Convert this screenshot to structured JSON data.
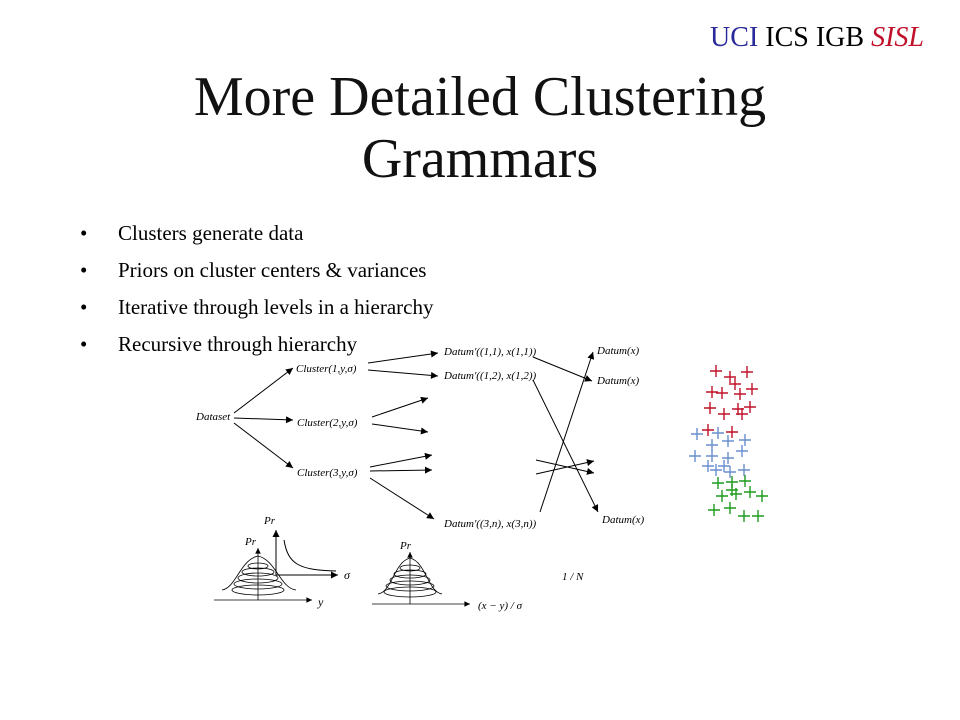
{
  "header": {
    "brand": {
      "uci": "UCI",
      "ics": "ICS",
      "igb": "IGB",
      "sisl": "SISL"
    },
    "title": "More Detailed Clustering Grammars"
  },
  "bullets": [
    "Clusters generate data",
    "Priors on cluster centers & variances",
    "Iterative through levels in a hierarchy",
    "Recursive through hierarchy"
  ],
  "diagram": {
    "root": "Dataset",
    "clusters": [
      "Cluster(1,y,σ)",
      "Cluster(2,y,σ)",
      "Cluster(3,y,σ)"
    ],
    "data_primes": [
      "Datum'((1,1), x(1,1))",
      "Datum'((1,2), x(1,2))",
      "Datum'((3,n), x(3,n))"
    ],
    "data": [
      "Datum(x)",
      "Datum(x)",
      "Datum(x)"
    ],
    "scale_label": "1 / N"
  },
  "plots": {
    "variance_prior": {
      "y_label": "Pr",
      "x_label": "σ"
    },
    "center_prior": {
      "y_label": "Pr",
      "x_label": "y"
    },
    "datum_prior": {
      "y_label": "Pr",
      "x_label": "(x − y) / σ"
    }
  },
  "scatter": {
    "colors": [
      "#c0102a",
      "#6a8fcf",
      "#1c9a1c"
    ]
  }
}
